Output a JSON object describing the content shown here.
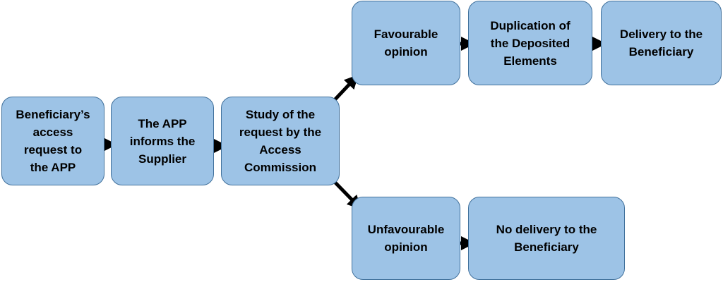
{
  "colors": {
    "box_fill": "#9dc3e6",
    "box_border": "#41719c",
    "arrow": "#000000"
  },
  "nodes": {
    "access_request": "Beneficiary’s\naccess\nrequest to\nthe APP",
    "app_informs": "The APP\ninforms the\nSupplier",
    "study": "Study of the\nrequest by the\nAccess\nCommission",
    "favourable": "Favourable\nopinion",
    "duplication": "Duplication of\nthe Deposited\nElements",
    "delivery": "Delivery to the\nBeneficiary",
    "unfavourable": "Unfavourable\nopinion",
    "no_delivery": "No delivery to the\nBeneficiary"
  }
}
